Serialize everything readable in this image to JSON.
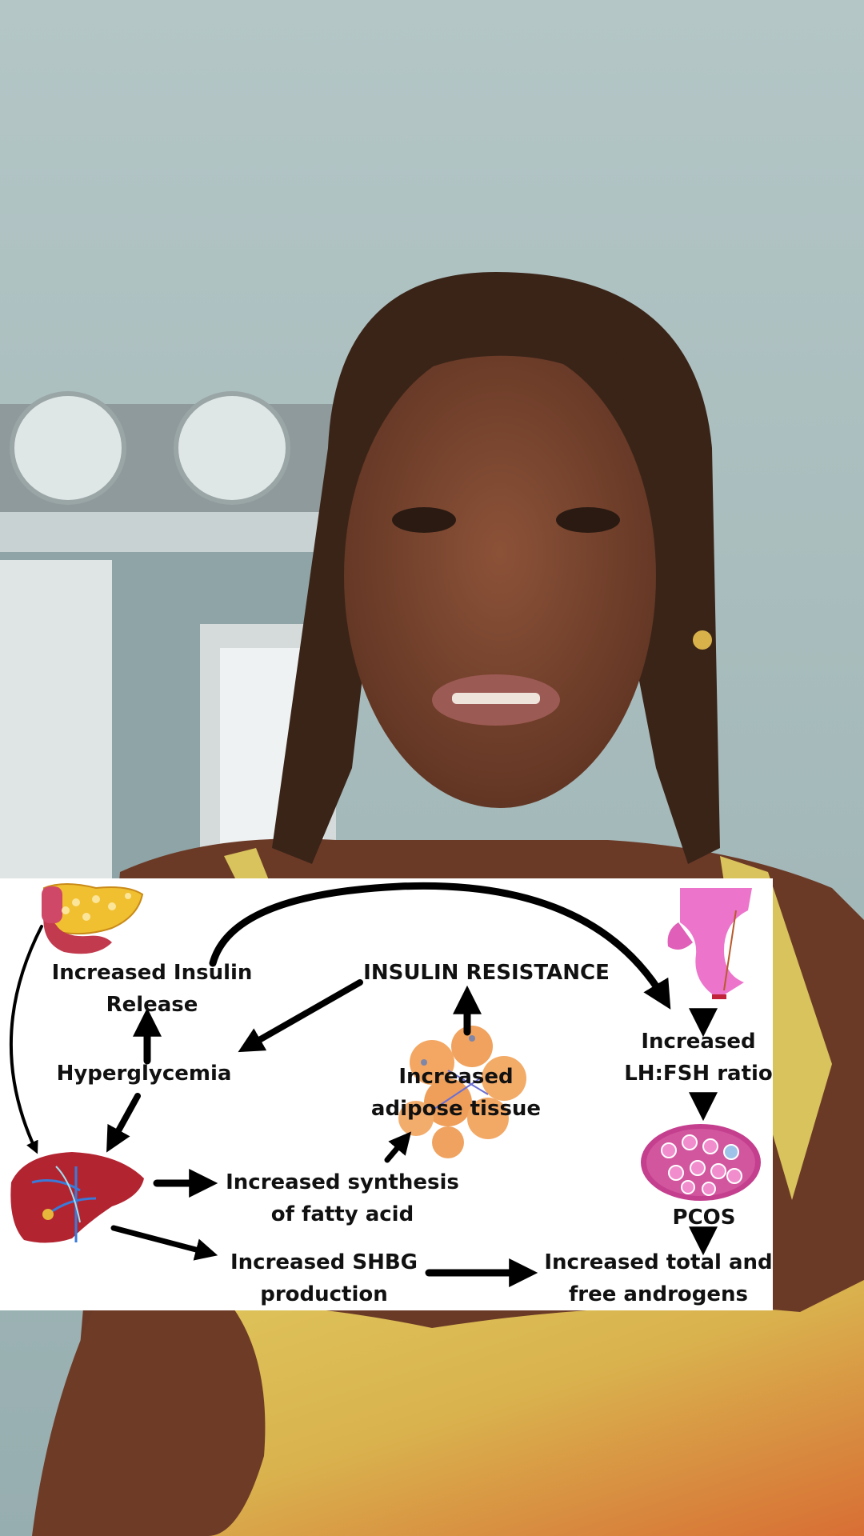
{
  "diagram": {
    "nodes": {
      "insulin_release": [
        "Increased  Insulin",
        "Release"
      ],
      "insulin_resistance": "INSULIN RESISTANCE",
      "hyperglycemia": "Hyperglycemia",
      "adipose": [
        "Increased",
        "adipose tissue"
      ],
      "lh_fsh": [
        "Increased",
        "LH:FSH ratio"
      ],
      "fatty_acid": [
        "Increased  synthesis",
        "of fatty acid"
      ],
      "pcos": "PCOS",
      "shbg": [
        "Increased  SHBG",
        "production"
      ],
      "androgens": [
        "Increased  total and",
        "free androgens"
      ]
    },
    "icons": [
      "pancreas-icon",
      "pituitary-icon",
      "adipose-cells-icon",
      "liver-icon",
      "ovary-icon"
    ]
  },
  "colors": {
    "wall": "#a9bcbd",
    "skin": "#7a4530",
    "hair": "#3a2418",
    "top_yellow": "#d8c15a",
    "top_orange": "#d4622c",
    "pancreas": "#f0c030",
    "liver": "#b32431",
    "pituitary": "#e86ac6",
    "adipose": "#f0a860",
    "ovary": "#c43f8e"
  }
}
